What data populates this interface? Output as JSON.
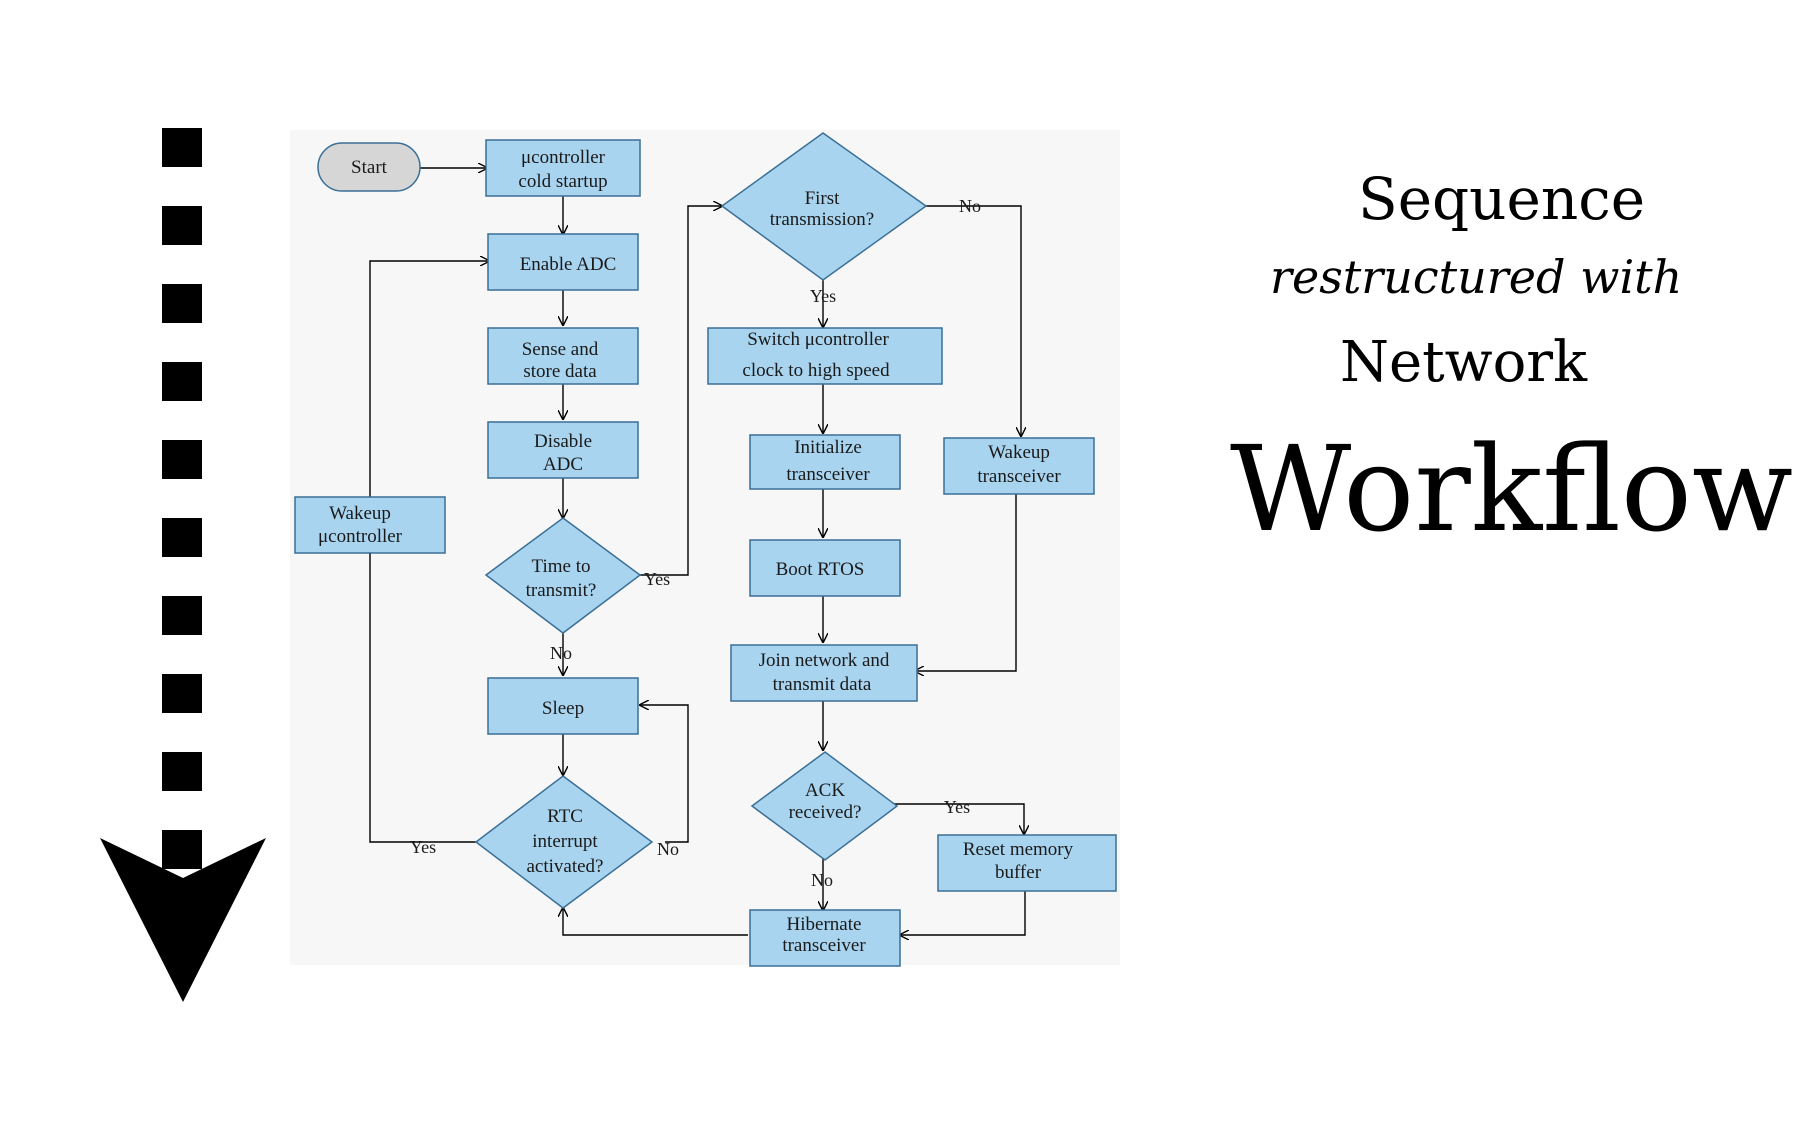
{
  "title": {
    "line1": "Sequence",
    "line2": "restructured with",
    "line3": "Network",
    "line4": "Workflow"
  },
  "colors": {
    "process_fill": "#a8d4ef",
    "process_stroke": "#3a6f96",
    "terminal_fill": "#d6d6d6",
    "arrow": "#000000",
    "panel": "#f7f7f7"
  },
  "flowchart": {
    "start": "Start",
    "cold_startup": [
      "μcontroller",
      "cold startup"
    ],
    "enable_adc": "Enable ADC",
    "sense_store": [
      "Sense and",
      "store data"
    ],
    "disable_adc": [
      "Disable",
      "ADC"
    ],
    "time_to_transmit": [
      "Time to",
      "transmit?"
    ],
    "sleep": "Sleep",
    "rtc_interrupt": [
      "RTC",
      "interrupt",
      "activated?"
    ],
    "wakeup_uc": [
      "Wakeup",
      "μcontroller"
    ],
    "first_transmission": [
      "First",
      "transmission?"
    ],
    "switch_clock": [
      "Switch μcontroller",
      "clock to high speed"
    ],
    "init_transceiver": [
      "Initialize",
      "transceiver"
    ],
    "wakeup_transceiver": [
      "Wakeup",
      "transceiver"
    ],
    "boot_rtos": "Boot RTOS",
    "join_network": [
      "Join network and",
      "transmit data"
    ],
    "ack_received": [
      "ACK",
      "received?"
    ],
    "reset_memory": [
      "Reset memory",
      "buffer"
    ],
    "hibernate": [
      "Hibernate",
      "transceiver"
    ],
    "labels": {
      "yes_transmit": "Yes",
      "no_transmit": "No",
      "no_first": "No",
      "yes_first": "Yes",
      "yes_ack": "Yes",
      "no_ack": "No",
      "yes_rtc": "Yes",
      "no_rtc": "No"
    }
  }
}
